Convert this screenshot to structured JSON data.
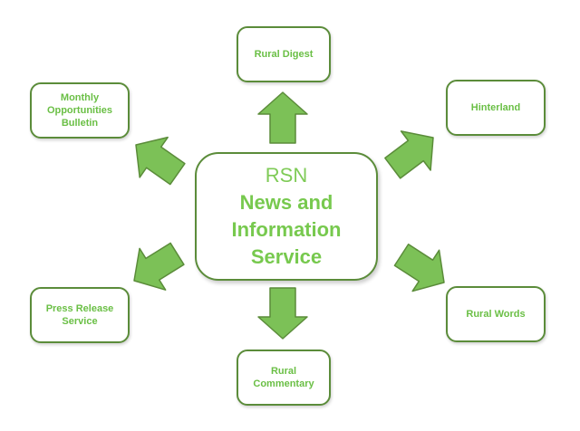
{
  "diagram": {
    "center": {
      "line1": "RSN",
      "line2": "News and\nInformation\nService"
    },
    "nodes": {
      "rural_digest": "Rural Digest",
      "monthly_bulletin": "Monthly\nOpportunities\nBulletin",
      "hinterland": "Hinterland",
      "press_release": "Press Release\nService",
      "rural_words": "Rural Words",
      "rural_commentary": "Rural\nCommentary"
    },
    "colors": {
      "arrow_fill": "#7cc157",
      "arrow_stroke": "#5b8c3a",
      "box_border": "#5b8c3a",
      "text": "#6abf45"
    }
  }
}
